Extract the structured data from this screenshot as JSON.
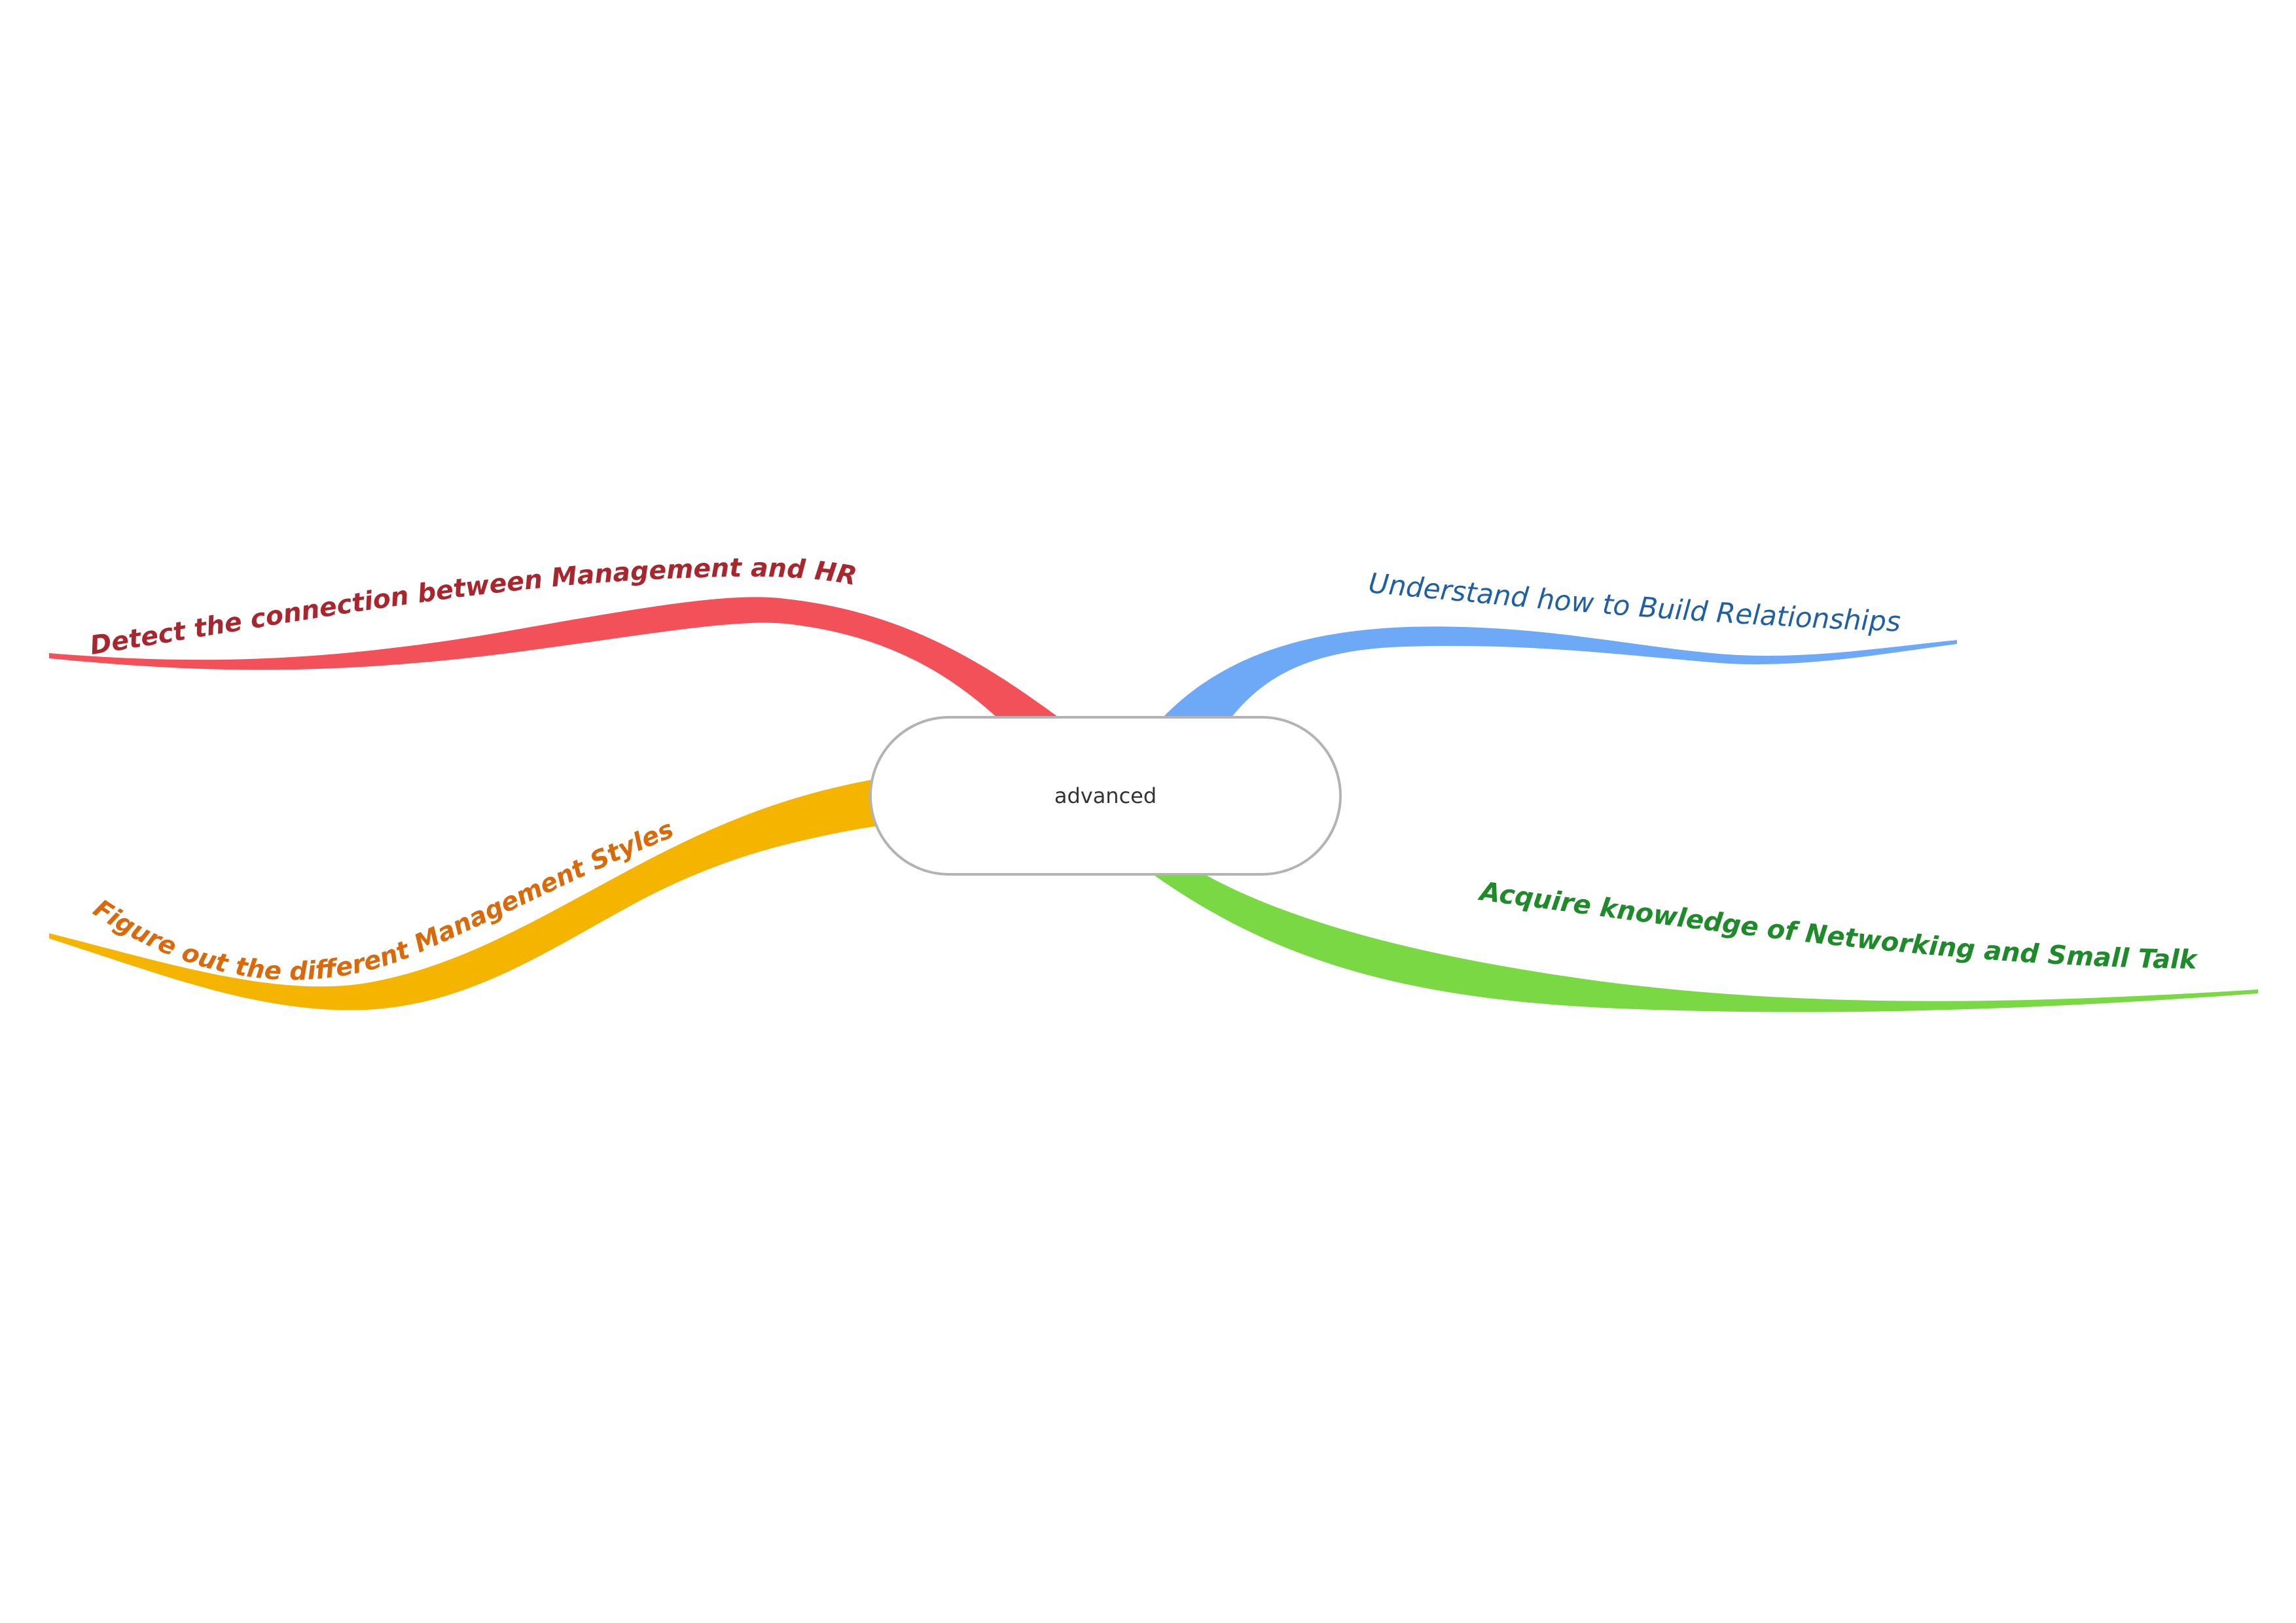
{
  "central": {
    "label": "advanced"
  },
  "branches": [
    {
      "id": "red",
      "label": "Detect the connection between Management and HR",
      "color": "#f2515a",
      "text_color": "#a8262d",
      "bold": true
    },
    {
      "id": "blue",
      "label": "Understand how to Build Relationships",
      "color": "#6ea9f7",
      "text_color": "#1f5fa3",
      "bold": false
    },
    {
      "id": "orange",
      "label": "Figure out the different Management Styles",
      "color": "#f4b400",
      "text_color": "#d96a0b",
      "bold": true
    },
    {
      "id": "green",
      "label": "Acquire knowledge of Networking and Small Talk",
      "color": "#7ad845",
      "text_color": "#1e8a2a",
      "bold": true
    }
  ]
}
